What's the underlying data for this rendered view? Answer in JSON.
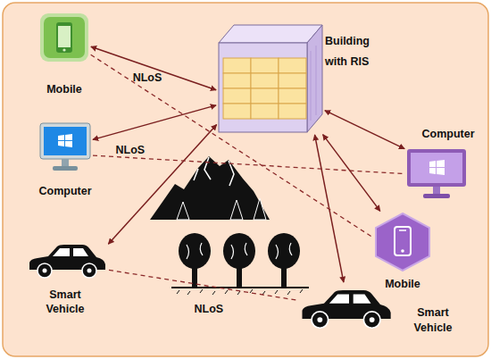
{
  "diagram": {
    "nodes": [
      {
        "text": [
          "Mobile"
        ]
      },
      {
        "text": [
          "Building with RIS"
        ]
      },
      {
        "text": [
          "Computer"
        ]
      },
      {
        "text": [
          "Computer"
        ]
      },
      {
        "text": [
          "Mobile"
        ]
      },
      {
        "text": [
          "Smart Vehicle"
        ]
      },
      {
        "text": [
          "Smart Vehicle"
        ]
      }
    ],
    "edges": [
      {
        "from": 1,
        "to": 0,
        "arrow": "both"
      },
      {
        "from": 1,
        "to": 2,
        "arrow": "both"
      },
      {
        "from": 1,
        "to": 5,
        "arrow": "both"
      },
      {
        "from": 1,
        "to": 3,
        "arrow": "both"
      },
      {
        "from": 1,
        "to": 4,
        "arrow": "both"
      },
      {
        "from": 1,
        "to": 6,
        "arrow": "both"
      },
      {
        "from": 0,
        "to": 4,
        "arrow": "none",
        "label": "NLoS"
      },
      {
        "from": 2,
        "to": 3,
        "arrow": "none",
        "label": "NLoS"
      },
      {
        "from": 5,
        "to": 6,
        "arrow": "none",
        "label": "NLoS"
      }
    ]
  }
}
